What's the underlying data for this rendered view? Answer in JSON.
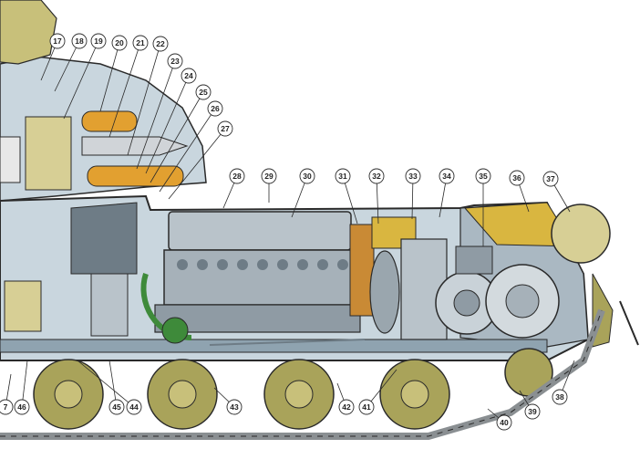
{
  "diagram": {
    "colors": {
      "hull": "#c9d6de",
      "hull_dark": "#8fa3b0",
      "yellow": "#d9b640",
      "olive": "#c8c07a",
      "orange": "#e2a030",
      "engine": "#b9c3ca",
      "engine_dark": "#6e7c86",
      "green_pipe": "#3e8a3a",
      "wheel": "#a9a35a",
      "track": "#8a8f92",
      "outline": "#2a2a2a"
    },
    "callouts": [
      {
        "num": "17"
      },
      {
        "num": "18"
      },
      {
        "num": "19"
      },
      {
        "num": "20"
      },
      {
        "num": "21"
      },
      {
        "num": "22"
      },
      {
        "num": "23"
      },
      {
        "num": "24"
      },
      {
        "num": "25"
      },
      {
        "num": "26"
      },
      {
        "num": "27"
      },
      {
        "num": "28"
      },
      {
        "num": "29"
      },
      {
        "num": "30"
      },
      {
        "num": "31"
      },
      {
        "num": "32"
      },
      {
        "num": "33"
      },
      {
        "num": "34"
      },
      {
        "num": "35"
      },
      {
        "num": "36"
      },
      {
        "num": "37"
      },
      {
        "num": "38"
      },
      {
        "num": "39"
      },
      {
        "num": "40"
      },
      {
        "num": "41"
      },
      {
        "num": "42"
      },
      {
        "num": "43"
      },
      {
        "num": "44"
      },
      {
        "num": "45"
      },
      {
        "num": "46"
      },
      {
        "num": "7"
      }
    ]
  }
}
